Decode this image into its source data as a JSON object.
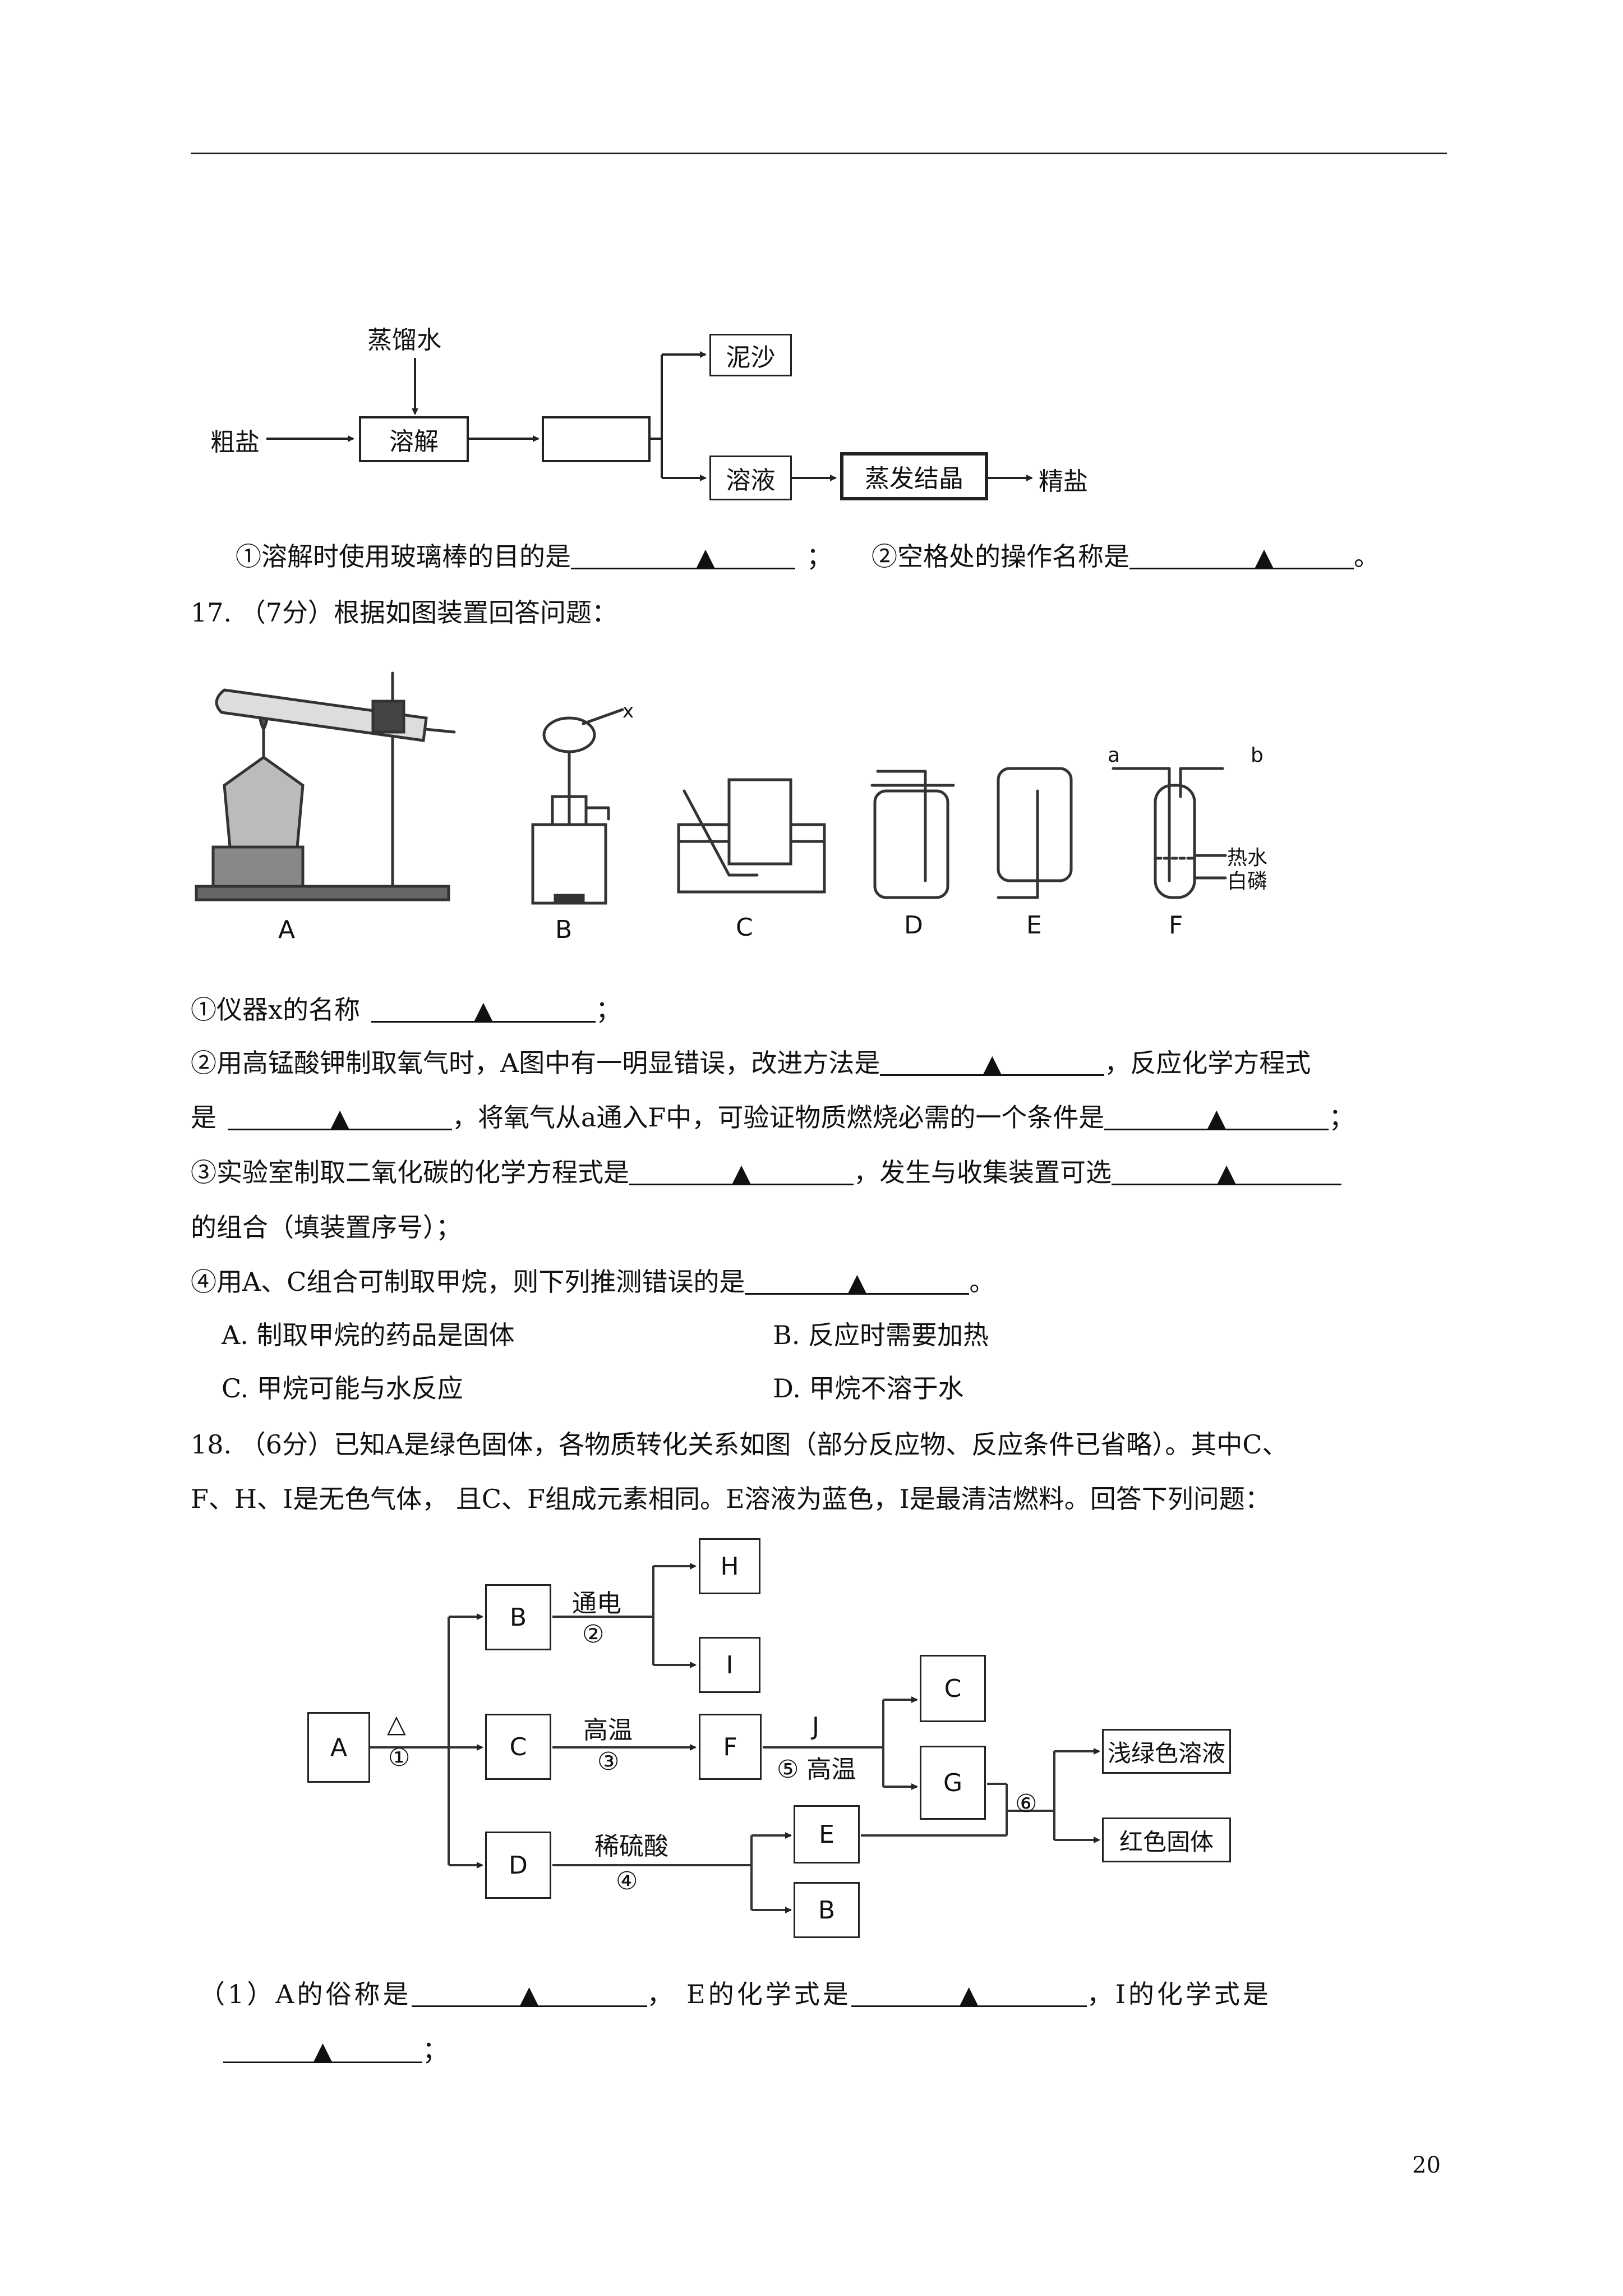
{
  "flow1": {
    "water": "蒸馏水",
    "crude": "粗盐",
    "dissolve": "溶解",
    "empty_box": "",
    "sand": "泥沙",
    "solution": "溶液",
    "evaporate": "蒸发结晶",
    "refined": "精盐"
  },
  "q16_line": {
    "p1": "①溶解时使用玻璃棒的目的是",
    "sep": "；",
    "p2": "②空格处的操作名称是",
    "end": "。"
  },
  "blank_marker": "▲",
  "q17": {
    "title": "17. （7分）根据如图装置回答问题：",
    "labels": [
      "A",
      "B",
      "C",
      "D",
      "E",
      "F"
    ],
    "x_label": "x",
    "a_label": "a",
    "b_label": "b",
    "hot_water": "热水",
    "white_p": "白磷",
    "s1_a": "①仪器x的名称",
    "s1_end": "；",
    "s2_a": "②用高锰酸钾制取氧气时，A图中有一明显错误，改进方法是",
    "s2_b": "，反应化学方程式",
    "s2_c": "是",
    "s2_d": "，将氧气从a通入F中，可验证物质燃烧必需的一个条件是",
    "s2_end": "；",
    "s3_a": "③实验室制取二氧化碳的化学方程式是",
    "s3_b": "，发生与收集装置可选",
    "s3_c": "的组合（填装置序号）；",
    "s4_a": "④用A、C组合可制取甲烷，则下列推测错误的是",
    "s4_end": "。",
    "optA": "A. 制取甲烷的药品是固体",
    "optB": "B. 反应时需要加热",
    "optC": "C. 甲烷可能与水反应",
    "optD": "D. 甲烷不溶于水"
  },
  "q18": {
    "line1": "18. （6分）已知A是绿色固体，各物质转化关系如图（部分反应物、反应条件已省略）。其中C、",
    "line2": "F、H、I是无色气体，  且C、F组成元素相同。E溶液为蓝色，I是最清洁燃料。回答下列问题：",
    "boxes": {
      "A": "A",
      "B": "B",
      "C": "C",
      "D": "D",
      "E": "E",
      "B2": "B",
      "F": "F",
      "H": "H",
      "I": "I",
      "C2": "C",
      "G": "G",
      "green": "浅绿色溶液",
      "red": "红色固体"
    },
    "heat": "△",
    "n1": "①",
    "electro": "通电",
    "n2": "②",
    "hightemp": "高温",
    "n3": "③",
    "acid": "稀硫酸",
    "n4": "④",
    "J": "J",
    "n5": "⑤ 高温",
    "n6": "⑥",
    "s1_a": "（1）A的俗称是",
    "s1_b": "，  E的化学式是",
    "s1_c": "，I的化学式是",
    "s1_end": "；"
  },
  "page_number": "20"
}
